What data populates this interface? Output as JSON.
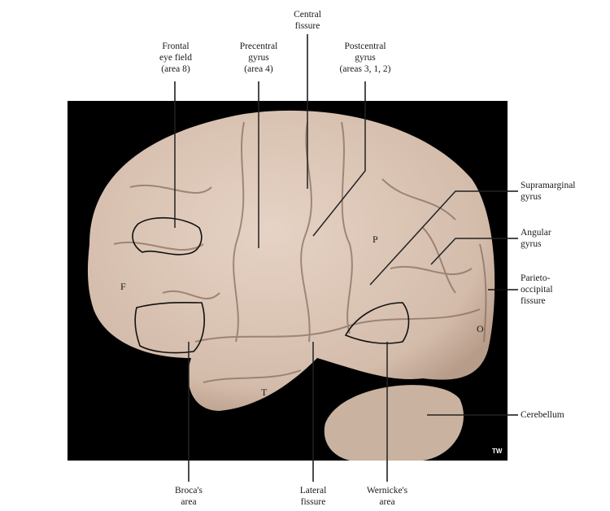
{
  "figure": {
    "top_labels": [
      {
        "id": "frontal-eye-field",
        "lines": [
          "Frontal",
          "eye field",
          "(area 8)"
        ]
      },
      {
        "id": "precentral-gyrus",
        "lines": [
          "Precentral",
          "gyrus",
          "(area 4)"
        ]
      },
      {
        "id": "central-fissure",
        "lines": [
          "Central",
          "fissure"
        ]
      },
      {
        "id": "postcentral-gyrus",
        "lines": [
          "Postcentral",
          "gyrus",
          "(areas 3, 1, 2)"
        ]
      }
    ],
    "right_labels": [
      {
        "id": "supramarginal-gyrus",
        "lines": [
          "Supramarginal",
          "gyrus"
        ]
      },
      {
        "id": "angular-gyrus",
        "lines": [
          "Angular",
          "gyrus"
        ]
      },
      {
        "id": "parieto-occipital-fissure",
        "lines": [
          "Parieto-",
          "occipital",
          "fissure"
        ]
      },
      {
        "id": "cerebellum",
        "lines": [
          "Cerebellum"
        ]
      }
    ],
    "bottom_labels": [
      {
        "id": "brocas-area",
        "lines": [
          "Broca's",
          "area"
        ]
      },
      {
        "id": "lateral-fissure",
        "lines": [
          "Lateral",
          "fissure"
        ]
      },
      {
        "id": "wernickes-area",
        "lines": [
          "Wernicke's",
          "area"
        ]
      }
    ],
    "lobe_letters": {
      "frontal": "F",
      "parietal": "P",
      "temporal": "T",
      "occipital": "O"
    },
    "credit_mark": "TW",
    "colors": {
      "background": "#000000",
      "brain": "#d9c3b3",
      "sulcus": "#8a6f60"
    }
  }
}
